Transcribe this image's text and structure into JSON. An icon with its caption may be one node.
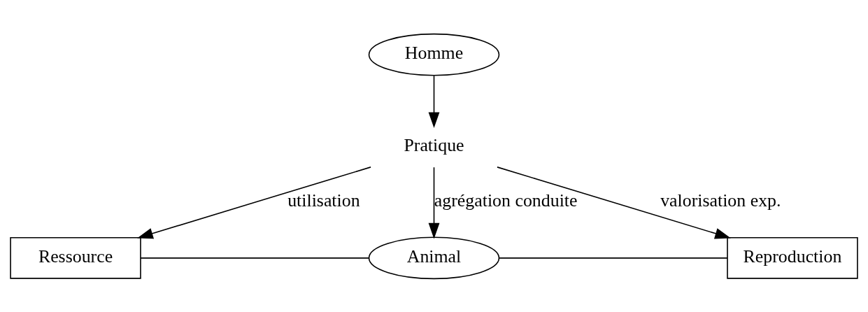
{
  "diagram": {
    "nodes": [
      {
        "text": [
          "Homme"
        ]
      },
      {
        "text": [
          "Pratique"
        ]
      },
      {
        "text": [
          "Ressource"
        ]
      },
      {
        "text": [
          "Animal"
        ]
      },
      {
        "text": [
          "Reproduction"
        ]
      }
    ],
    "edges": [
      {
        "from": 0,
        "to": 1,
        "arrow": "to"
      },
      {
        "from": 1,
        "to": 2,
        "arrow": "to",
        "label": "utilisation"
      },
      {
        "from": 1,
        "to": 3,
        "arrow": "to",
        "label": "agrégation conduite"
      },
      {
        "from": 1,
        "to": 4,
        "arrow": "to",
        "label": "valorisation exp."
      },
      {
        "from": 2,
        "to": 3,
        "arrow": "none"
      },
      {
        "from": 3,
        "to": 4,
        "arrow": "none"
      }
    ]
  }
}
